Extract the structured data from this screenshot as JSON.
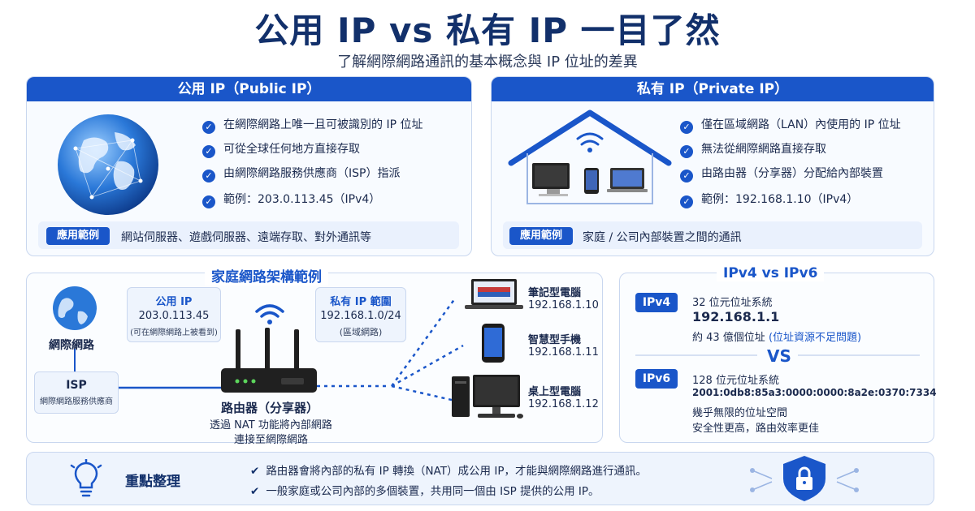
{
  "header": {
    "title": "公用 IP vs 私有 IP 一目了然",
    "subtitle": "了解網際網路通訊的基本概念與 IP 位址的差異"
  },
  "public_ip": {
    "heading": "公用 IP（Public IP）",
    "bullets": [
      "在網際網路上唯一且可被識別的 IP 位址",
      "可從全球任何地方直接存取",
      "由網際網路服務供應商（ISP）指派",
      "範例：203.0.113.45（IPv4）"
    ],
    "usage_tag": "應用範例",
    "usage_text": "網站伺服器、遊戲伺服器、遠端存取、對外通訊等"
  },
  "private_ip": {
    "heading": "私有 IP（Private IP）",
    "bullets": [
      "僅在區域網路（LAN）內使用的 IP 位址",
      "無法從網際網路直接存取",
      "由路由器（分享器）分配給內部裝置",
      "範例：192.168.1.10（IPv4）"
    ],
    "usage_tag": "應用範例",
    "usage_text": "家庭 / 公司內部裝置之間的通訊"
  },
  "home_network": {
    "heading": "家庭網路架構範例",
    "internet_label": "網際網路",
    "isp_title": "ISP",
    "isp_desc": "網際網路服務供應商",
    "public_box": {
      "title": "公用 IP",
      "ip": "203.0.113.45",
      "note": "(可在網際網路上被看到)"
    },
    "private_box": {
      "title": "私有 IP 範圍",
      "ip": "192.168.1.0/24",
      "note": "(區域網路)"
    },
    "router_title": "路由器（分享器）",
    "router_desc_1": "透過 NAT 功能將內部網路",
    "router_desc_2": "連接至網際網路",
    "devices": [
      {
        "name": "筆記型電腦",
        "ip": "192.168.1.10"
      },
      {
        "name": "智慧型手機",
        "ip": "192.168.1.11"
      },
      {
        "name": "桌上型電腦",
        "ip": "192.168.1.12"
      }
    ]
  },
  "ipv_compare": {
    "heading": "IPv4 vs IPv6",
    "ipv4": {
      "tag": "IPv4",
      "bits": "32 位元位址系統",
      "example": "192.168.1.1",
      "count": "約 43 億個位址",
      "note": "(位址資源不足問題)"
    },
    "vs": "VS",
    "ipv6": {
      "tag": "IPv6",
      "bits": "128 位元位址系統",
      "example": "2001:0db8:85a3:0000:0000:8a2e:0370:7334",
      "line1": "幾乎無限的位址空間",
      "line2": "安全性更高，路由效率更佳"
    }
  },
  "summary": {
    "heading": "重點整理",
    "points": [
      "路由器會將內部的私有 IP 轉換（NAT）成公用 IP，才能與網際網路進行通訊。",
      "一般家庭或公司內部的多個裝置，共用同一個由 ISP 提供的公用 IP。"
    ]
  },
  "colors": {
    "primary": "#1a56c9",
    "dark": "#12306b",
    "light_bg": "#eef4fd"
  }
}
